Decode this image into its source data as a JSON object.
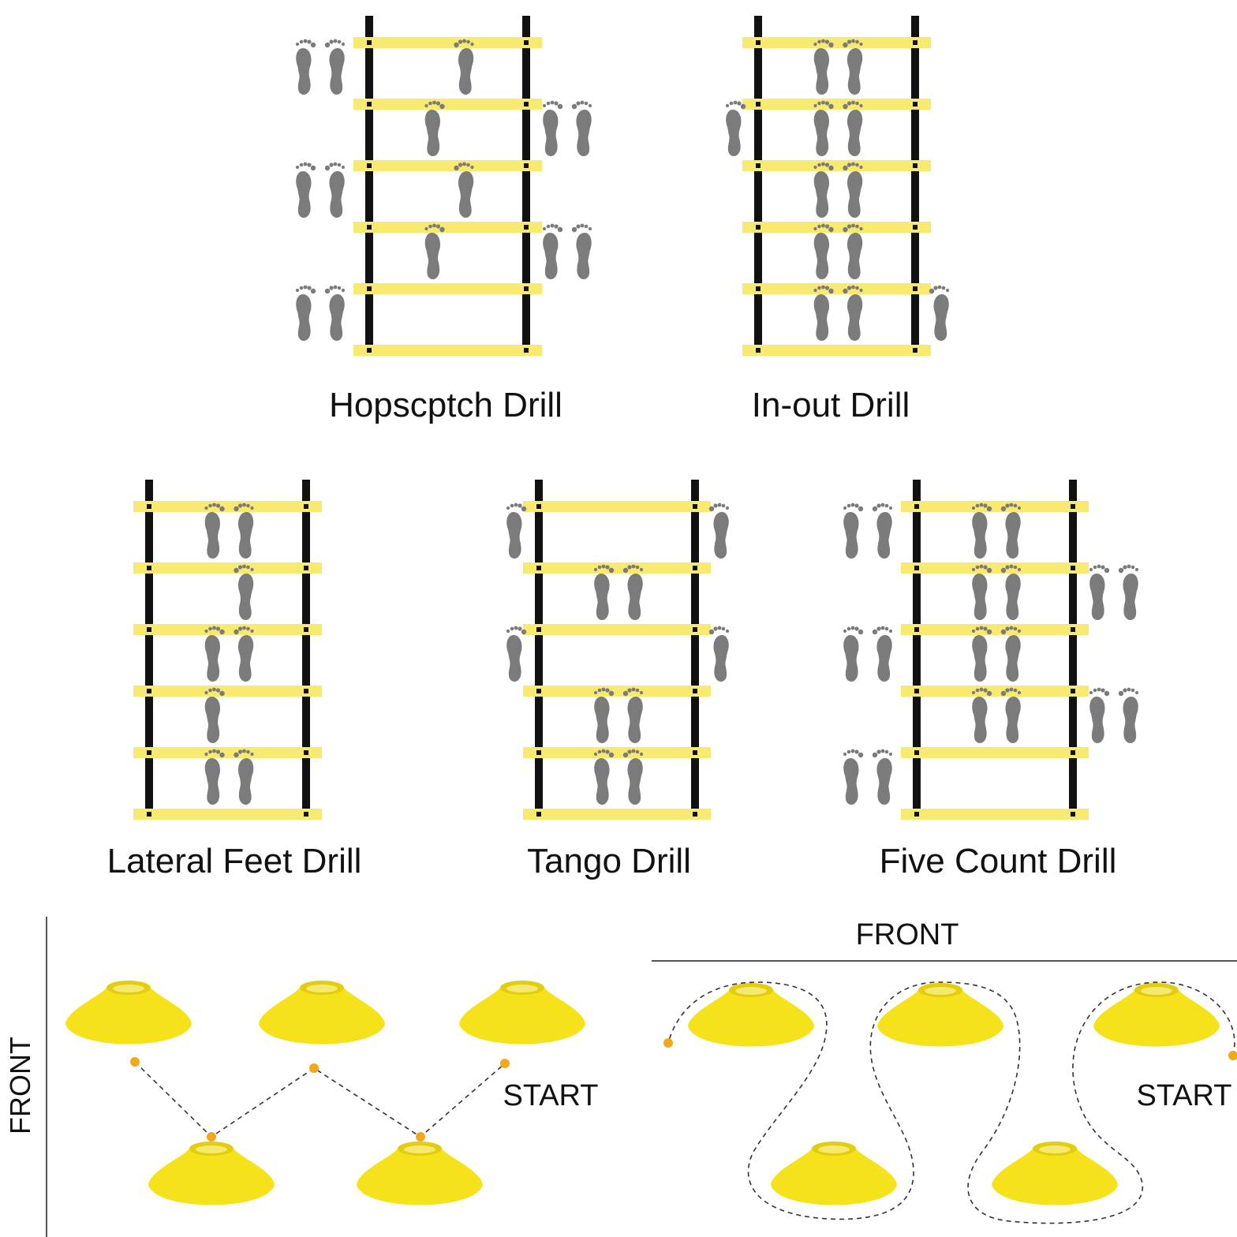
{
  "colors": {
    "rung": "#f8ea6e",
    "rail": "#111111",
    "foot": "#7b7b7b",
    "cone": "#f5e21b",
    "cone_shade": "#e2cd10",
    "path_dot": "#f2a818",
    "line": "#333333"
  },
  "icons": {
    "foot": "footprint-icon",
    "cone": "cone-icon"
  },
  "drills": [
    {
      "id": "hopscotch",
      "title": "Hopscptch Drill",
      "feet": [
        {
          "zone": "outside-left",
          "row": 0,
          "feet": "both"
        },
        {
          "zone": "inside",
          "row": 0,
          "feet": "right"
        },
        {
          "zone": "outside-right",
          "row": 1,
          "feet": "both"
        },
        {
          "zone": "inside",
          "row": 1,
          "feet": "left"
        },
        {
          "zone": "outside-left",
          "row": 2,
          "feet": "both"
        },
        {
          "zone": "inside",
          "row": 2,
          "feet": "right"
        },
        {
          "zone": "outside-right",
          "row": 3,
          "feet": "both"
        },
        {
          "zone": "inside",
          "row": 3,
          "feet": "left"
        },
        {
          "zone": "outside-left",
          "row": 4,
          "feet": "both"
        }
      ]
    },
    {
      "id": "in-out",
      "title": "In-out Drill",
      "feet": [
        {
          "zone": "inside",
          "row": 0,
          "feet": "both"
        },
        {
          "zone": "outside-left",
          "row": 1,
          "feet": "left"
        },
        {
          "zone": "inside",
          "row": 1,
          "feet": "both"
        },
        {
          "zone": "inside",
          "row": 2,
          "feet": "both"
        },
        {
          "zone": "inside",
          "row": 3,
          "feet": "both"
        },
        {
          "zone": "outside-right",
          "row": 4,
          "feet": "right"
        },
        {
          "zone": "inside",
          "row": 4,
          "feet": "both"
        }
      ]
    },
    {
      "id": "lateral-feet",
      "title": "Lateral Feet Drill",
      "feet": [
        {
          "zone": "inside",
          "row": 0,
          "feet": "both"
        },
        {
          "zone": "inside",
          "row": 1,
          "feet": "right"
        },
        {
          "zone": "inside",
          "row": 2,
          "feet": "both"
        },
        {
          "zone": "inside",
          "row": 3,
          "feet": "left"
        },
        {
          "zone": "inside",
          "row": 4,
          "feet": "both"
        }
      ]
    },
    {
      "id": "tango",
      "title": "Tango Drill",
      "feet": [
        {
          "zone": "outside-left",
          "row": 0,
          "feet": "left"
        },
        {
          "zone": "outside-right",
          "row": 0,
          "feet": "right"
        },
        {
          "zone": "inside",
          "row": 1,
          "feet": "both"
        },
        {
          "zone": "outside-left",
          "row": 2,
          "feet": "left"
        },
        {
          "zone": "outside-right",
          "row": 2,
          "feet": "right"
        },
        {
          "zone": "inside",
          "row": 3,
          "feet": "both"
        },
        {
          "zone": "inside",
          "row": 4,
          "feet": "both"
        }
      ]
    },
    {
      "id": "five-count",
      "title": "Five Count Drill",
      "feet": [
        {
          "zone": "outside-left",
          "row": 0,
          "feet": "both"
        },
        {
          "zone": "inside",
          "row": 0,
          "feet": "both"
        },
        {
          "zone": "inside",
          "row": 1,
          "feet": "both"
        },
        {
          "zone": "outside-right",
          "row": 1,
          "feet": "both"
        },
        {
          "zone": "outside-left",
          "row": 2,
          "feet": "both"
        },
        {
          "zone": "inside",
          "row": 2,
          "feet": "both"
        },
        {
          "zone": "inside",
          "row": 3,
          "feet": "both"
        },
        {
          "zone": "outside-right",
          "row": 3,
          "feet": "both"
        },
        {
          "zone": "outside-left",
          "row": 4,
          "feet": "both"
        }
      ]
    }
  ],
  "cone_drills": {
    "left": {
      "front_label": "FRONT",
      "start_label": "START"
    },
    "right": {
      "front_label": "FRONT",
      "start_label": "START"
    }
  }
}
